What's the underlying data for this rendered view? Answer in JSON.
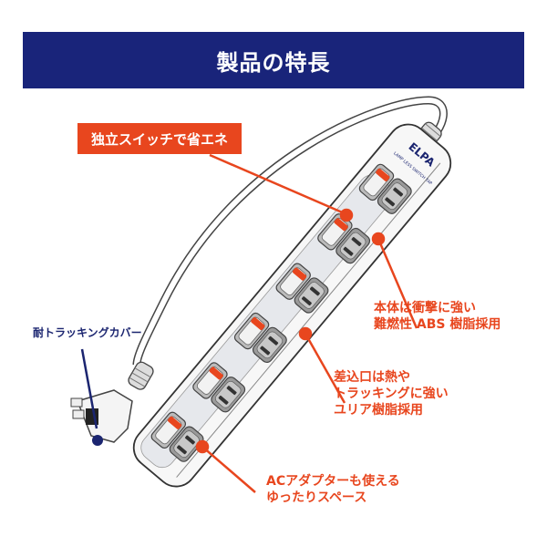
{
  "header": {
    "title": "製品の特長"
  },
  "product": {
    "brand": "ELPA",
    "model_text": "LAMP LESS SWITCH TAP",
    "outlet_count": 6
  },
  "callouts": {
    "switch": "独立スイッチで省エネ",
    "cover": "耐トラッキングカバー",
    "body": [
      "本体は衝撃に強い",
      "難燃性 ABS 樹脂採用"
    ],
    "outlet": [
      "差込口は熱や",
      "トラッキングに強い",
      "ユリア樹脂採用"
    ],
    "space": [
      "ACアダプターも使える",
      "ゆったりスペース"
    ]
  },
  "colors": {
    "header_bg": "#19247a",
    "accent": "#e8461e",
    "navy": "#1b2570"
  }
}
